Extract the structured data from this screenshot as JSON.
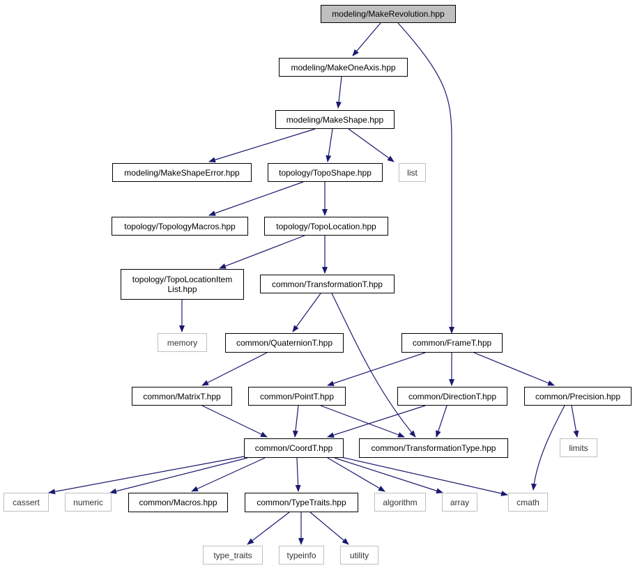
{
  "colors": {
    "edge": "#191970",
    "node_border": "#000000",
    "external_border": "#bfbfbf",
    "root_fill": "#bfbfbf"
  },
  "nodes": {
    "make_revolution": "modeling/MakeRevolution.hpp",
    "make_one_axis": "modeling/MakeOneAxis.hpp",
    "make_shape": "modeling/MakeShape.hpp",
    "make_shape_error": "modeling/MakeShapeError.hpp",
    "topo_shape": "topology/TopoShape.hpp",
    "list": "list",
    "topology_macros": "topology/TopologyMacros.hpp",
    "topo_location": "topology/TopoLocation.hpp",
    "topo_location_item_1": "topology/TopoLocationItem",
    "topo_location_item_2": "List.hpp",
    "transformation_t": "common/TransformationT.hpp",
    "memory": "memory",
    "quaternion_t": "common/QuaternionT.hpp",
    "frame_t": "common/FrameT.hpp",
    "matrix_t": "common/MatrixT.hpp",
    "point_t": "common/PointT.hpp",
    "direction_t": "common/DirectionT.hpp",
    "precision": "common/Precision.hpp",
    "coord_t": "common/CoordT.hpp",
    "transformation_type": "common/TransformationType.hpp",
    "limits": "limits",
    "cassert": "cassert",
    "numeric": "numeric",
    "macros": "common/Macros.hpp",
    "type_traits_hpp": "common/TypeTraits.hpp",
    "algorithm": "algorithm",
    "array": "array",
    "cmath": "cmath",
    "type_traits": "type_traits",
    "typeinfo": "typeinfo",
    "utility": "utility"
  }
}
